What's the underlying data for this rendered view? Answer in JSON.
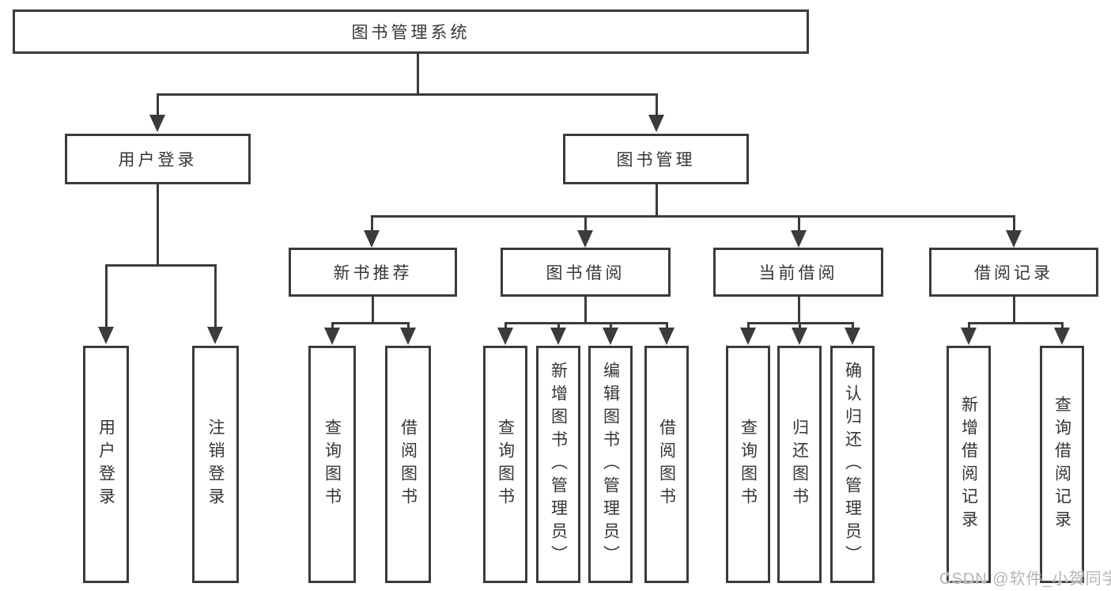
{
  "diagram": {
    "root": "图书管理系统",
    "user_branch": {
      "label": "用户登录",
      "children": [
        "用户登录",
        "注销登录"
      ]
    },
    "mgmt_branch": {
      "label": "图书管理",
      "groups": [
        {
          "label": "新书推荐",
          "children": [
            "查询图书",
            "借阅图书"
          ]
        },
        {
          "label": "图书借阅",
          "children": [
            "查询图书",
            "新增图书（管理员）",
            "编辑图书（管理员）",
            "借阅图书"
          ]
        },
        {
          "label": "当前借阅",
          "children": [
            "查询图书",
            "归还图书",
            "确认归还（管理员）"
          ]
        },
        {
          "label": "借阅记录",
          "children": [
            "新增借阅记录",
            "查询借阅记录"
          ]
        }
      ]
    },
    "line_color": "#3b3b3b",
    "watermark": "CSDN @软件_小贺同学"
  }
}
